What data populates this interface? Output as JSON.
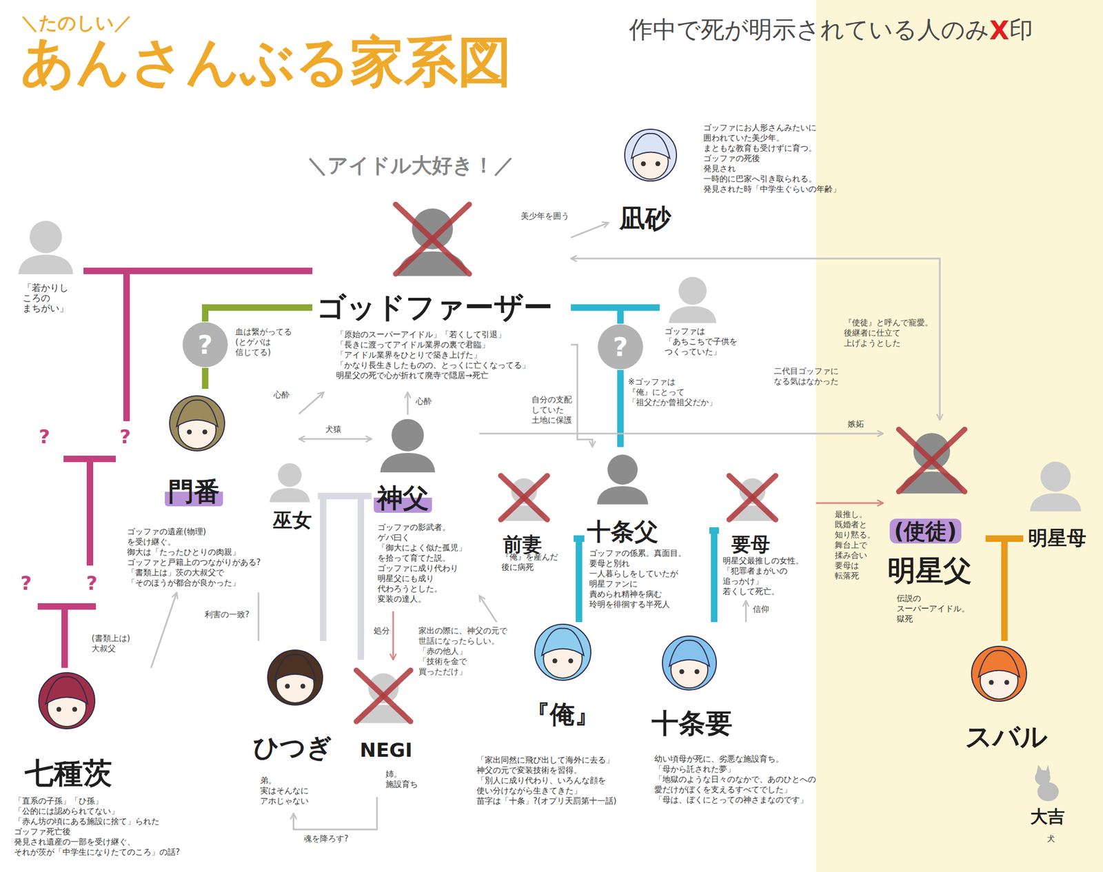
{
  "diagram": {
    "title": "あんさんぶる家系図",
    "nodes": [
      {
        "text": [
          "「若かりし ころの まちがい」"
        ]
      },
      {
        "text": [
          "ゴッドファーザー",
          "「原始のスーパーアイドル」「若くして引退」 「長きに渡ってアイドル業界の裏で君臨」 「アイドル業界をひとりで築き上げた」 「かなり長生きしたものの、とっくに亡くなってる」 明星父の死で心が折れて廃寺で隠居→死亡"
        ]
      },
      {
        "text": [
          "?"
        ]
      },
      {
        "text": [
          "?"
        ]
      },
      {
        "text": [
          "凪砂",
          "ゴッファにお人形さんみたいに 囲われていた美少年。 まともな教育も受けずに育つ。 ゴッファの死後 発見され 一時的に巴家へ引き取られる。 発見された時「中学生ぐらいの年齢」"
        ]
      },
      {
        "text": [
          "門番",
          "ゴッファの遺産(物理) を受け継ぐ。 御大は「たったひとりの肉親」 ゴッファと戸籍上のつながりがある? 「書類上は」茨の大叔父で 「そのほうが都合が良かった」"
        ]
      },
      {
        "text": [
          "神父",
          "ゴッファの影武者。 ゲバ曰く 「御大によく似た孤児」 を拾って育てた説。 ゴッファに成り代わり 明星父にも成り 代わろうとした。 変装の達人。"
        ]
      },
      {
        "text": [
          "巫女"
        ]
      },
      {
        "text": [
          "十条父",
          "ゴッファの係累。真面目。 要母と別れ 一人暮らしをしていたが 明星ファンに 責められ精神を病む 玲明を徘徊する半死人"
        ]
      },
      {
        "text": [
          "前妻",
          "『俺』を産んだ 後に病死"
        ]
      },
      {
        "text": [
          "要母",
          "明星父最推しの女性。 「犯罪者まがいの 追っかけ」 若くして死亡。"
        ]
      },
      {
        "text": [
          "ゴッファは 「あちこちで子供を つくっていた」"
        ]
      },
      {
        "text": [
          "(使徒)",
          "明星父",
          "伝説の スーパーアイドル。 獄死"
        ]
      },
      {
        "text": [
          "明星母"
        ]
      },
      {
        "text": [
          "七種茨",
          "「直系の子孫」「ひ孫」 「公的には認められてない」 「赤ん坊の頃にある施設に捨て」られた ゴッファ死亡後 発見され遺産の一部を受け継ぐ、 それが茨が「中学生になりたてのころ」の話?"
        ]
      },
      {
        "text": [
          "ひつぎ",
          "弟。 実はそんなに アホじゃない"
        ]
      },
      {
        "text": [
          "NEGI",
          "姉。 施設育ち"
        ]
      },
      {
        "text": [
          "『俺』",
          "「家出同然に飛び出して海外に去る」 神父の元で変装技術を習得。 「別人に成り代わり、いろんな顔を 使い分けながら生きてきた」 苗字は「十条」?(オプリ天罰第十一話)"
        ]
      },
      {
        "text": [
          "十条要",
          "幼い頃母が死に、劣悪な施設育ち。 「母から託された夢」 「地獄のような日々のなかで、あのひとへの 愛だけがぼくを支えるすべてでした」 「母は、ぼくにとっての神さまなのです」"
        ]
      },
      {
        "text": [
          "スバル"
        ]
      },
      {
        "text": [
          "大吉",
          "犬"
        ]
      }
    ],
    "edges": [
      {
        "from": 0,
        "to": 14,
        "arrow": "none"
      },
      {
        "from": 1,
        "to": 14,
        "arrow": "none"
      },
      {
        "from": 1,
        "to": 2,
        "arrow": "none"
      },
      {
        "from": 2,
        "to": 5,
        "arrow": "none"
      },
      {
        "from": 1,
        "to": 3,
        "arrow": "none"
      },
      {
        "from": 11,
        "to": 3,
        "arrow": "none"
      },
      {
        "from": 3,
        "to": 8,
        "arrow": "none"
      },
      {
        "from": 9,
        "to": 17,
        "arrow": "none"
      },
      {
        "from": 8,
        "to": 17,
        "arrow": "none"
      },
      {
        "from": 8,
        "to": 18,
        "arrow": "none"
      },
      {
        "from": 10,
        "to": 18,
        "arrow": "none"
      },
      {
        "from": 12,
        "to": 19,
        "arrow": "none"
      },
      {
        "from": 13,
        "to": 19,
        "arrow": "none"
      },
      {
        "from": 7,
        "to": 15,
        "arrow": "none"
      },
      {
        "from": 6,
        "to": 15,
        "arrow": "none"
      },
      {
        "from": 7,
        "to": 16,
        "arrow": "none"
      },
      {
        "from": 6,
        "to": 16,
        "arrow": "none"
      },
      {
        "from": 1,
        "to": 4,
        "arrow": "to",
        "label": "美少年を囲う"
      },
      {
        "from": 5,
        "to": 1,
        "arrow": "to",
        "label": "心酔"
      },
      {
        "from": 6,
        "to": 1,
        "arrow": "to",
        "label": "心酔"
      },
      {
        "from": 5,
        "to": 6,
        "arrow": "both",
        "label": "犬猿"
      },
      {
        "from": 1,
        "to": 8,
        "arrow": "to",
        "label": "自分の支配 していた 土地に保護"
      },
      {
        "from": 1,
        "to": 12,
        "arrow": "both",
        "label": "『使徒』と呼んで寵愛。 後継者に仕立て 上げようとした"
      },
      {
        "from": 6,
        "to": 12,
        "arrow": "to",
        "label": "嫉妬"
      },
      {
        "from": 10,
        "to": 12,
        "arrow": "to",
        "label": "最推し。 既婚者と 知り黙る。 舞台上で 揉み合い 要母は 転落死"
      },
      {
        "from": 18,
        "to": 10,
        "arrow": "to",
        "label": "信仰"
      },
      {
        "from": 17,
        "to": 6,
        "arrow": "to",
        "label": "家出の際に、神父の元で 世話になったらしい。 「赤の他人」 「技術を金で 買っただけ」"
      },
      {
        "from": 14,
        "to": 5,
        "arrow": "to",
        "label": "(書類上は) 大叔父"
      },
      {
        "from": 5,
        "to": 15,
        "arrow": "none",
        "label": "利害の一致?"
      },
      {
        "from": 6,
        "to": 16,
        "arrow": "to",
        "label": "処分"
      },
      {
        "from": 16,
        "to": 15,
        "arrow": "to",
        "label": "魂を降ろす?"
      }
    ],
    "labels": [
      "＼たのしい／",
      "作中で死が明示されている人のみ",
      "X",
      "印",
      "＼アイドル大好き！／",
      "?",
      "?",
      "?",
      "?",
      "血は繋がってる (とゲバは 信じてる)",
      "※ゴッファは 『俺』にとって 「祖父だか曾祖父だか」",
      "二代目ゴッファに なる気はなかった"
    ]
  }
}
